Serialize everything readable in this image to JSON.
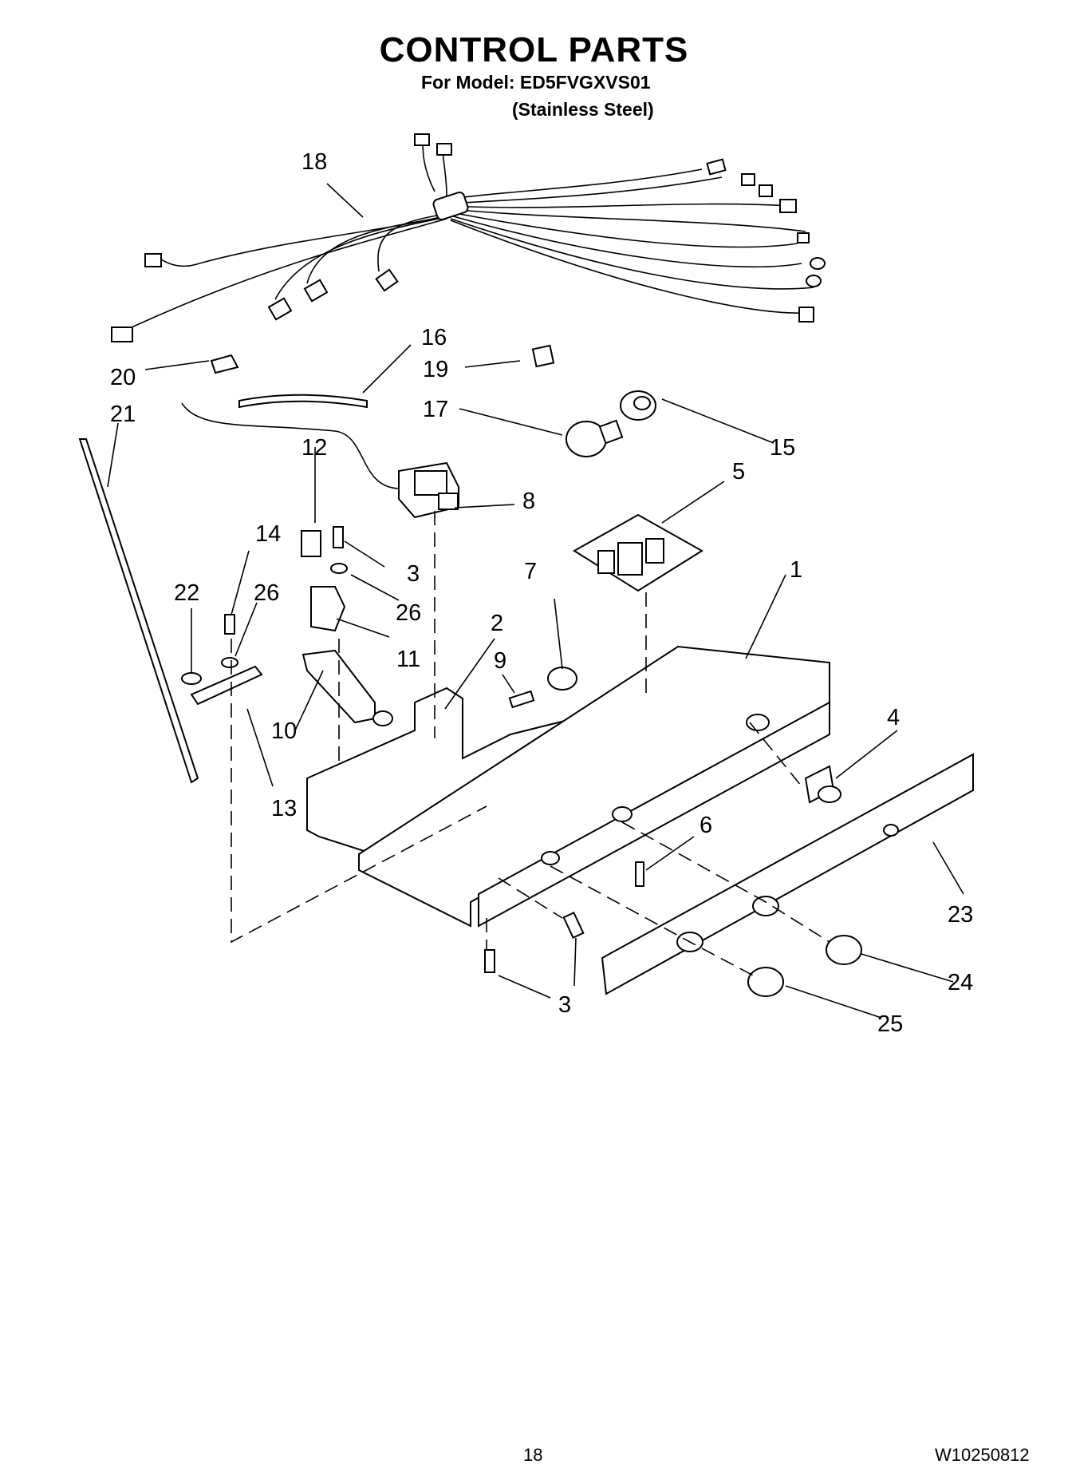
{
  "header": {
    "title": "CONTROL PARTS",
    "model": "For Model: ED5FVGXVS01",
    "variant": "(Stainless Steel)"
  },
  "callouts": [
    {
      "id": "c1",
      "label": "1"
    },
    {
      "id": "c2",
      "label": "2"
    },
    {
      "id": "c3a",
      "label": "3"
    },
    {
      "id": "c3b",
      "label": "3"
    },
    {
      "id": "c4",
      "label": "4"
    },
    {
      "id": "c5",
      "label": "5"
    },
    {
      "id": "c6",
      "label": "6"
    },
    {
      "id": "c7",
      "label": "7"
    },
    {
      "id": "c8",
      "label": "8"
    },
    {
      "id": "c9",
      "label": "9"
    },
    {
      "id": "c10",
      "label": "10"
    },
    {
      "id": "c11",
      "label": "11"
    },
    {
      "id": "c12",
      "label": "12"
    },
    {
      "id": "c13",
      "label": "13"
    },
    {
      "id": "c14",
      "label": "14"
    },
    {
      "id": "c15",
      "label": "15"
    },
    {
      "id": "c16",
      "label": "16"
    },
    {
      "id": "c17",
      "label": "17"
    },
    {
      "id": "c18",
      "label": "18"
    },
    {
      "id": "c19",
      "label": "19"
    },
    {
      "id": "c20",
      "label": "20"
    },
    {
      "id": "c21",
      "label": "21"
    },
    {
      "id": "c22",
      "label": "22"
    },
    {
      "id": "c23",
      "label": "23"
    },
    {
      "id": "c24",
      "label": "24"
    },
    {
      "id": "c25",
      "label": "25"
    },
    {
      "id": "c26a",
      "label": "26"
    },
    {
      "id": "c26b",
      "label": "26"
    }
  ],
  "footer": {
    "page_number": "18",
    "doc_number": "W10250812"
  }
}
